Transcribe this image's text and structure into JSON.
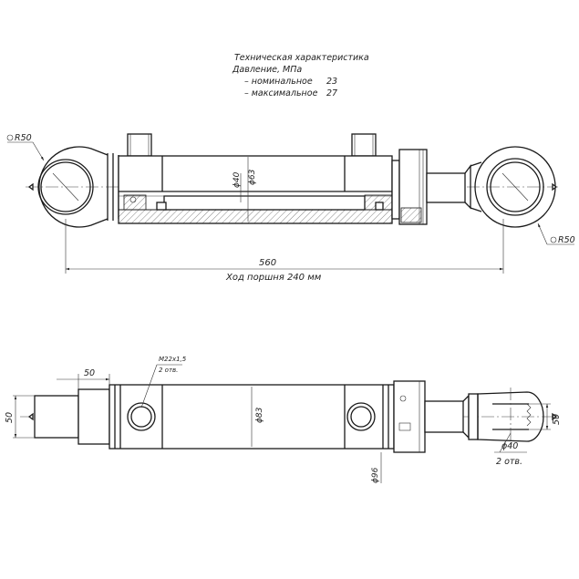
{
  "spec": {
    "title": "Техническая характеристика",
    "pressure": "Давление, МПа",
    "nominal_label": "– номинальное",
    "nominal_value": "23",
    "max_label": "– максимальное",
    "max_value": "27"
  },
  "top_view": {
    "radius_left": "R50",
    "radius_right": "R50",
    "rod_diameter": "ϕ40",
    "bore_diameter": "ϕ63",
    "length": "560",
    "stroke": "Ход поршня 240 мм"
  },
  "bottom_view": {
    "end_length": "50",
    "end_height": "50",
    "thread": "M22x1,5",
    "thread_qty": "2 отв.",
    "tube_diameter": "ϕ83",
    "outer_diameter": "ϕ96",
    "right_height": "50",
    "pin_diameter": "ϕ40",
    "pin_qty": "2 отв."
  }
}
